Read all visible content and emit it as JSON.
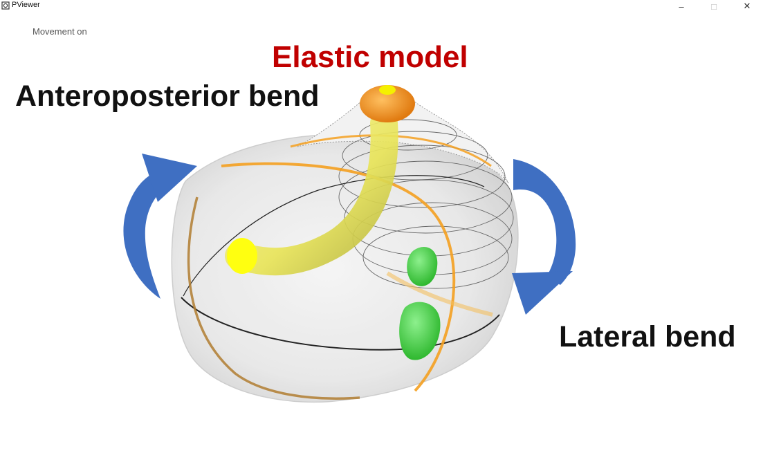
{
  "window": {
    "title": "PViewer",
    "minimize_glyph": "–",
    "maximize_glyph": "□",
    "close_glyph": "✕"
  },
  "status": {
    "text": "Movement  on"
  },
  "annotations": {
    "model_title": "Elastic model",
    "anteroposterior_label": "Anteroposterior bend",
    "lateral_label": "Lateral bend"
  },
  "colors": {
    "model_title": "#c00000",
    "arrow": "#3f6fc2",
    "orange_ring": "#f4a020",
    "yellow_tube": "#f5f064",
    "green_blob": "#4ccf4c"
  },
  "icons": {
    "app": "viewer-app-icon",
    "left_arrow": "curved-arrow-up-icon",
    "right_arrow": "curved-arrow-down-icon"
  }
}
